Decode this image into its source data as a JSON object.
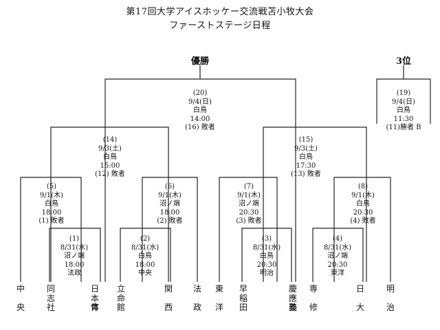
{
  "title": "第17回大学アイスホッケー交流戦苫小牧大会",
  "subtitle": "ファーストステージ日程",
  "champion_label": "優勝",
  "third_label": "3位",
  "matches": {
    "m1": {
      "no": "(1)",
      "date": "8/31(水)",
      "venue": "沼ノ端",
      "time": "18:00",
      "note": "法政"
    },
    "m2": {
      "no": "(2)",
      "date": "8/31(水)",
      "venue": "白鳥",
      "time": "18:00",
      "note": "中央"
    },
    "m3": {
      "no": "(3)",
      "date": "8/31(水)",
      "venue": "白鳥",
      "time": "20:30",
      "note": "明治"
    },
    "m4": {
      "no": "(4)",
      "date": "8/31(水)",
      "venue": "沼ノ端",
      "time": "20:30",
      "note": "東洋"
    },
    "m5": {
      "no": "(5)",
      "date": "9/1(木)",
      "venue": "白鳥",
      "time": "18:00",
      "note": "(1) 敗者"
    },
    "m6": {
      "no": "(6)",
      "date": "9/1(木)",
      "venue": "沼ノ端",
      "time": "18:00",
      "note": "(2) 敗者"
    },
    "m7": {
      "no": "(7)",
      "date": "9/1(木)",
      "venue": "沼ノ端",
      "time": "20:30",
      "note": "(3) 敗者"
    },
    "m8": {
      "no": "(8)",
      "date": "9/1(木)",
      "venue": "白鳥",
      "time": "20:30",
      "note": "(4) 敗者"
    },
    "m14": {
      "no": "(14)",
      "date": "9/3(土)",
      "venue": "白鳥",
      "time": "15:00",
      "note": "(12) 敗者"
    },
    "m15": {
      "no": "(15)",
      "date": "9/3(土)",
      "venue": "白鳥",
      "time": "17:30",
      "note": "(13) 敗者"
    },
    "m20": {
      "no": "(20)",
      "date": "9/4(日)",
      "venue": "白鳥",
      "time": "14:00",
      "note": "(16) 敗者"
    },
    "m19": {
      "no": "(19)",
      "date": "9/4(日)",
      "venue": "白鳥",
      "time": "11:30",
      "note": "(11)勝者 B"
    }
  },
  "teams": [
    {
      "chars": [
        "中",
        "",
        "央"
      ]
    },
    {
      "chars": [
        "同",
        "志",
        "社"
      ]
    },
    {
      "chars": [
        "日",
        "本体",
        "育"
      ]
    },
    {
      "chars": [
        "立",
        "命",
        "館"
      ]
    },
    {
      "chars": [
        "関",
        "",
        "西"
      ]
    },
    {
      "chars": [
        "法",
        "",
        "政"
      ]
    },
    {
      "chars": [
        "東",
        "",
        "洋"
      ]
    },
    {
      "chars": [
        "早",
        "稲",
        "田"
      ]
    },
    {
      "chars": [
        "慶",
        "應義",
        "塾"
      ]
    },
    {
      "chars": [
        "専",
        "",
        "修"
      ]
    },
    {
      "chars": [
        "日",
        "",
        "大"
      ]
    },
    {
      "chars": [
        "明",
        "",
        "治"
      ]
    }
  ]
}
